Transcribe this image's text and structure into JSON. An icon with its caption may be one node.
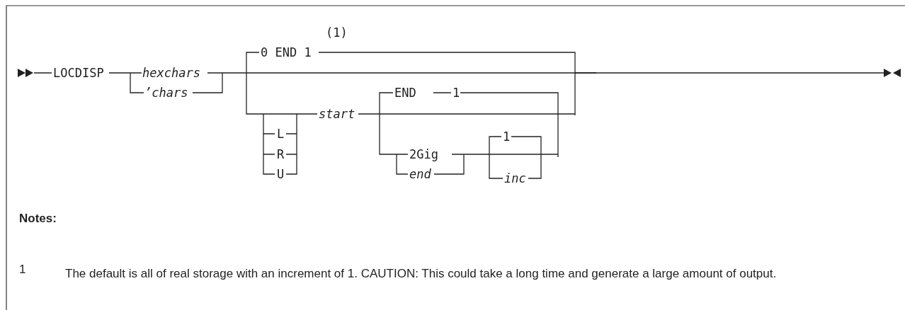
{
  "diagram": {
    "labels": [
      "LOCDISP",
      "hexchars",
      "’chars",
      "(1)",
      "0 END 1",
      "L",
      "R",
      "U",
      "start",
      "END",
      "1",
      "2Gig",
      "end",
      "1",
      "inc",
      "Notes:",
      "1",
      "The default is all of real storage with an increment of 1. CAUTION: This could take a long time and generate a large amount of output."
    ]
  }
}
